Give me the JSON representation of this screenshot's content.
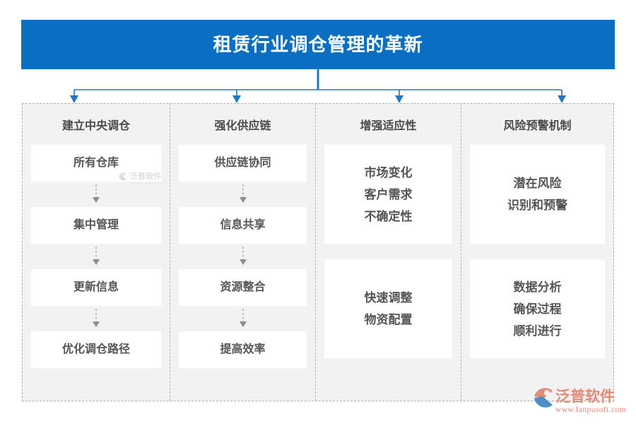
{
  "banner": {
    "title": "租赁行业调仓管理的革新",
    "background_color": "#0a6fc2",
    "text_color": "#ffffff"
  },
  "connector": {
    "type": "tree",
    "branch_count": 4,
    "line_color": "#1f78c1",
    "arrow_color": "#1f78c1"
  },
  "panel": {
    "background_color": "#f2f2f2",
    "border_color": "#b3b3b3",
    "border_style": "dashed"
  },
  "columns": [
    {
      "id": "central-dispatch",
      "header": "建立中央调仓",
      "layout": "sequence",
      "steps": [
        {
          "label": "所有仓库"
        },
        {
          "label": "集中管理"
        },
        {
          "label": "更新信息"
        },
        {
          "label": "优化调仓路径"
        }
      ]
    },
    {
      "id": "supply-chain",
      "header": "强化供应链",
      "layout": "sequence",
      "steps": [
        {
          "label": "供应链协同"
        },
        {
          "label": "信息共享"
        },
        {
          "label": "资源整合"
        },
        {
          "label": "提高效率"
        }
      ]
    },
    {
      "id": "adaptability",
      "header": "增强适应性",
      "layout": "blocks",
      "blocks": [
        {
          "lines": [
            "市场变化",
            "客户需求",
            "不确定性"
          ]
        },
        {
          "lines": [
            "快速调整",
            "物资配置"
          ]
        }
      ]
    },
    {
      "id": "risk-warning",
      "header": "风险预警机制",
      "layout": "blocks",
      "blocks": [
        {
          "lines": [
            "潜在风险",
            "识别和预警"
          ]
        },
        {
          "lines": [
            "数据分析",
            "确保过程",
            "顺利进行"
          ]
        }
      ]
    }
  ],
  "watermarks": {
    "inline": {
      "text": "泛普软件",
      "subtext": "FANPU SOFTWARE"
    },
    "logo": {
      "text": "泛普软件",
      "url": "www.fanpusoft.com",
      "color": "#e08b78"
    }
  },
  "colors": {
    "accent_blue": "#0a6fc2",
    "box_white": "#ffffff",
    "text_dark": "#555555",
    "arrow_grey": "#8d8d8d",
    "logo_salmon": "#e08b78"
  }
}
